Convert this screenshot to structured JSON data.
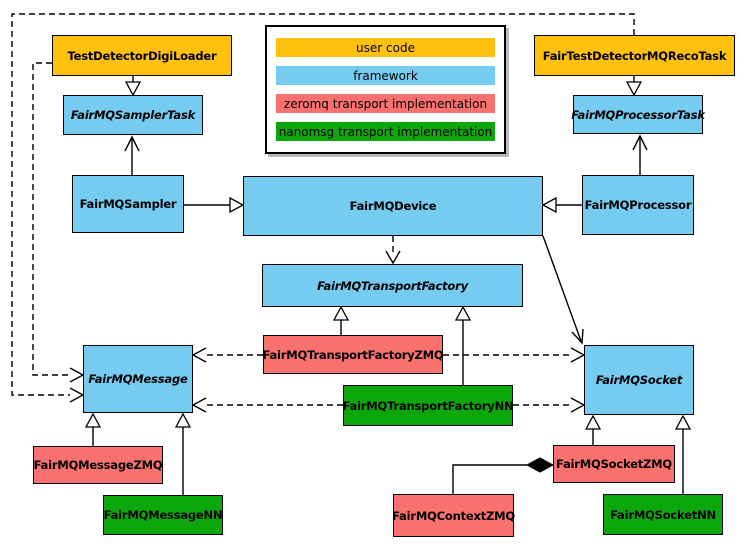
{
  "colors": {
    "user_code": "#FFC10E",
    "framework": "#76CBF1",
    "zeromq": "#F9716F",
    "nanomsg": "#0BA70B"
  },
  "legend": {
    "items": [
      {
        "label": "user code"
      },
      {
        "label": "framework"
      },
      {
        "label": "zeromq transport implementation"
      },
      {
        "label": "nanomsg transport implementation"
      }
    ]
  },
  "nodes": {
    "test_detector_digi_loader": {
      "label": "TestDetectorDigiLoader"
    },
    "fair_test_detector_mq_reco_task": {
      "label": "FairTestDetectorMQRecoTask"
    },
    "fairmq_sampler_task": {
      "label": "FairMQSamplerTask"
    },
    "fairmq_processor_task": {
      "label": "FairMQProcessorTask"
    },
    "fairmq_sampler": {
      "label": "FairMQSampler"
    },
    "fairmq_device": {
      "label": "FairMQDevice"
    },
    "fairmq_processor": {
      "label": "FairMQProcessor"
    },
    "fairmq_transport_factory": {
      "label": "FairMQTransportFactory"
    },
    "fairmq_transport_factory_zmq": {
      "label": "FairMQTransportFactoryZMQ"
    },
    "fairmq_transport_factory_nn": {
      "label": "FairMQTransportFactoryNN"
    },
    "fairmq_message": {
      "label": "FairMQMessage"
    },
    "fairmq_socket": {
      "label": "FairMQSocket"
    },
    "fairmq_message_zmq": {
      "label": "FairMQMessageZMQ"
    },
    "fairmq_message_nn": {
      "label": "FairMQMessageNN"
    },
    "fairmq_context_zmq": {
      "label": "FairMQContextZMQ"
    },
    "fairmq_socket_zmq": {
      "label": "FairMQSocketZMQ"
    },
    "fairmq_socket_nn": {
      "label": "FairMQSocketNN"
    }
  }
}
